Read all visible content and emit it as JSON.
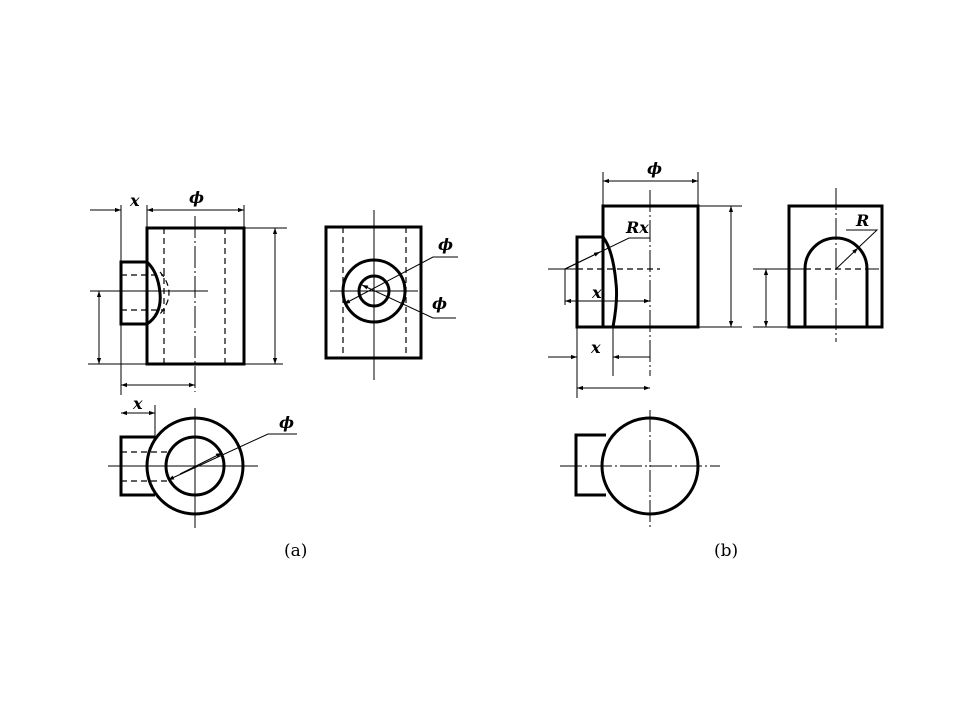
{
  "figure_a": {
    "caption": "(a)",
    "front_view": {
      "dim_x": "x",
      "dim_phi": "ϕ"
    },
    "side_view": {
      "dim_phi_outer": "ϕ",
      "dim_phi_inner": "ϕ"
    },
    "top_view": {
      "dim_x": "x",
      "dim_phi": "ϕ"
    }
  },
  "figure_b": {
    "caption": "(b)",
    "front_view": {
      "dim_phi": "ϕ",
      "dim_rx": "Rx",
      "dim_x_inner": "x",
      "dim_x_bottom": "x"
    },
    "side_view": {
      "dim_r": "R"
    }
  }
}
